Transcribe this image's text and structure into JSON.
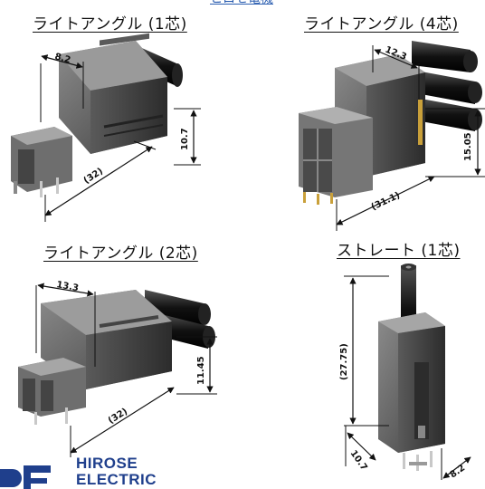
{
  "header_link": "ヒロセ電機",
  "panels": [
    {
      "title": "ライトアングル (1芯)",
      "dims": [
        "8.2",
        "10.7",
        "(32)"
      ]
    },
    {
      "title": "ライトアングル (4芯)",
      "dims": [
        "12.3",
        "15.05",
        "(31.1)"
      ]
    },
    {
      "title": "ライトアングル (2芯)",
      "dims": [
        "13.3",
        "11.45",
        "(32)"
      ]
    },
    {
      "title": "ストレート (1芯)",
      "dims": [
        "(27.75)",
        "10.7",
        "8.2"
      ]
    }
  ],
  "logo": {
    "text_line1": "HIROSE",
    "text_line2": "ELECTRIC"
  },
  "colors": {
    "accent": "#1f3f8c",
    "connector_dark": "#3a3a3a",
    "connector_mid": "#6e6e6e",
    "connector_light": "#9a9a9a",
    "pin": "#c8c8c8",
    "gold": "#c9a03a"
  }
}
